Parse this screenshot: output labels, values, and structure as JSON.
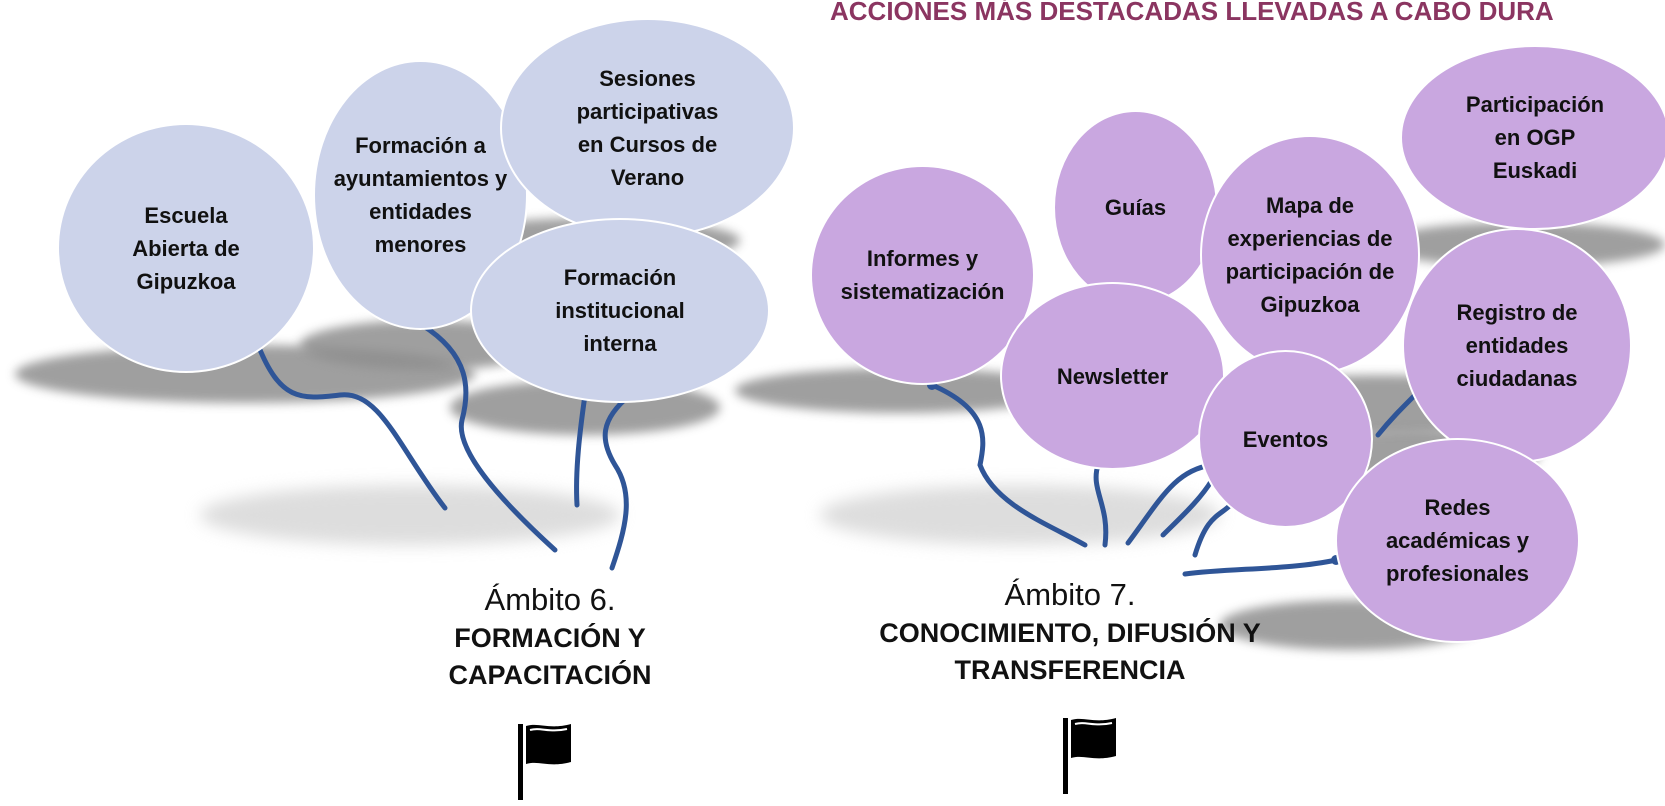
{
  "header": {
    "title": "ACCIONES MÁS DESTACADAS LLEVADAS A CABO DURA"
  },
  "ambito6": {
    "number": "Ámbito 6.",
    "name_line1": "FORMACIÓN Y",
    "name_line2": "CAPACITACIÓN",
    "balloons": [
      "Escuela Abierta de Gipuzkoa",
      "Formación a ayuntamientos y entidades menores",
      "Sesiones participativas en Cursos de Verano",
      "Formación institucional interna"
    ]
  },
  "ambito7": {
    "number": "Ámbito 7.",
    "name_line1": "CONOCIMIENTO, DIFUSIÓN Y",
    "name_line2": "TRANSFERENCIA",
    "balloons": [
      "Guías",
      "Informes y sistematización",
      "Mapa de experiencias de participación de Gipuzkoa",
      "Participación en OGP Euskadi",
      "Newsletter",
      "Registro de entidades ciudadanas",
      "Eventos",
      "Redes académicas y profesionales"
    ]
  },
  "colors": {
    "header": "#8b3561",
    "balloon_ambito6": "#ccd3ea",
    "balloon_ambito7": "#c9a7e0",
    "string": "#2f5597"
  },
  "icons": [
    "flag-icon"
  ]
}
